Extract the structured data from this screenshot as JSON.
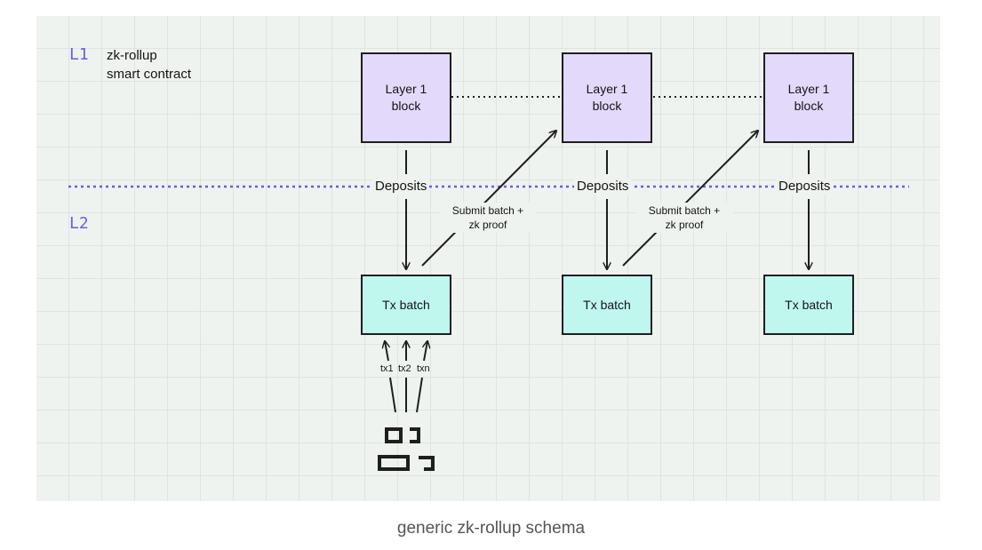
{
  "diagram": {
    "layer1_tag": "L1",
    "layer2_tag": "L2",
    "contract_label": "zk-rollup\nsmart contract",
    "layer1_block_label": "Layer 1\nblock",
    "deposits_label": "Deposits",
    "tx_batch_label": "Tx batch",
    "submit_label": "Submit batch +\nzk proof",
    "tx_labels": [
      "tx1",
      "tx2",
      "txn"
    ],
    "users_icon": "users-icon",
    "colors": {
      "layer1_block": "#e3d9fb",
      "tx_batch": "#bff7ef",
      "layer_tag": "#6d5ae6",
      "divider": "#6d5ae6",
      "canvas": "#eff3f0"
    }
  },
  "caption": "generic zk-rollup schema"
}
